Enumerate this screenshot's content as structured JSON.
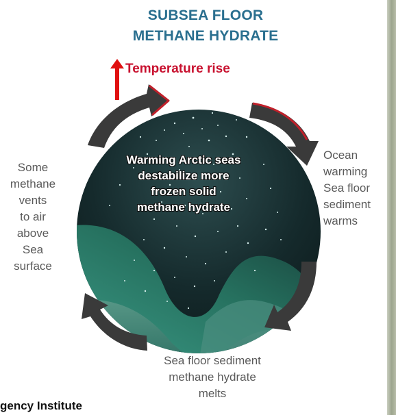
{
  "title_line1": "SUBSEA FLOOR",
  "title_line2": "METHANE HYDRATE",
  "temperature_label": "Temperature rise",
  "center_text": [
    "Warming Arctic seas",
    "destabilize more",
    "frozen solid",
    "methane hydrate"
  ],
  "right_text": [
    "Ocean",
    "warming",
    "Sea floor",
    "sediment",
    "warms"
  ],
  "bottom_text": [
    "Sea floor sediment",
    "methane hydrate",
    "melts"
  ],
  "left_text": [
    "Some",
    "methane",
    "vents",
    "to air",
    "above",
    "Sea",
    "surface"
  ],
  "credit_text": "gency Institute",
  "colors": {
    "title": "#2a6f8f",
    "temperature": "#c8102e",
    "cycle_arrow": "#3a3a3a",
    "arrow_highlight": "#c0202a",
    "side_text": "#5a5a5a"
  }
}
